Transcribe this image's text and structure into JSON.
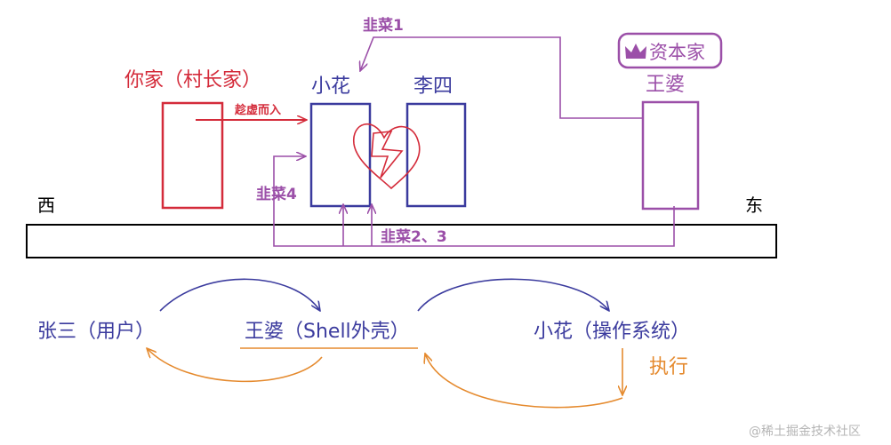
{
  "labels": {
    "jiucai1": "韭菜1",
    "ziben": "资本家",
    "wangpo_top": "王婆",
    "nijia": "你家（村长家）",
    "xiaohua_top": "小花",
    "lisi": "李四",
    "chenxu": "趁虚而入",
    "jiucai4": "韭菜4",
    "jiucai23": "韭菜2、3",
    "xi": "西",
    "dong": "东",
    "zhangsan": "张三（用户）",
    "wangpo_shell": "王婆（Shell外壳）",
    "xiaohua_os": "小花（操作系统）",
    "zhixing": "执行",
    "watermark": "@稀土掘金技术社区"
  },
  "colors": {
    "red": "#d42b3a",
    "blue": "#3b3b9e",
    "purple": "#9b4fa8",
    "orange": "#e58a2e",
    "black": "#000000",
    "watermark": "#b5b5b5"
  },
  "icons": {
    "crown": "crown-icon",
    "heart": "heart-doodle-icon"
  }
}
